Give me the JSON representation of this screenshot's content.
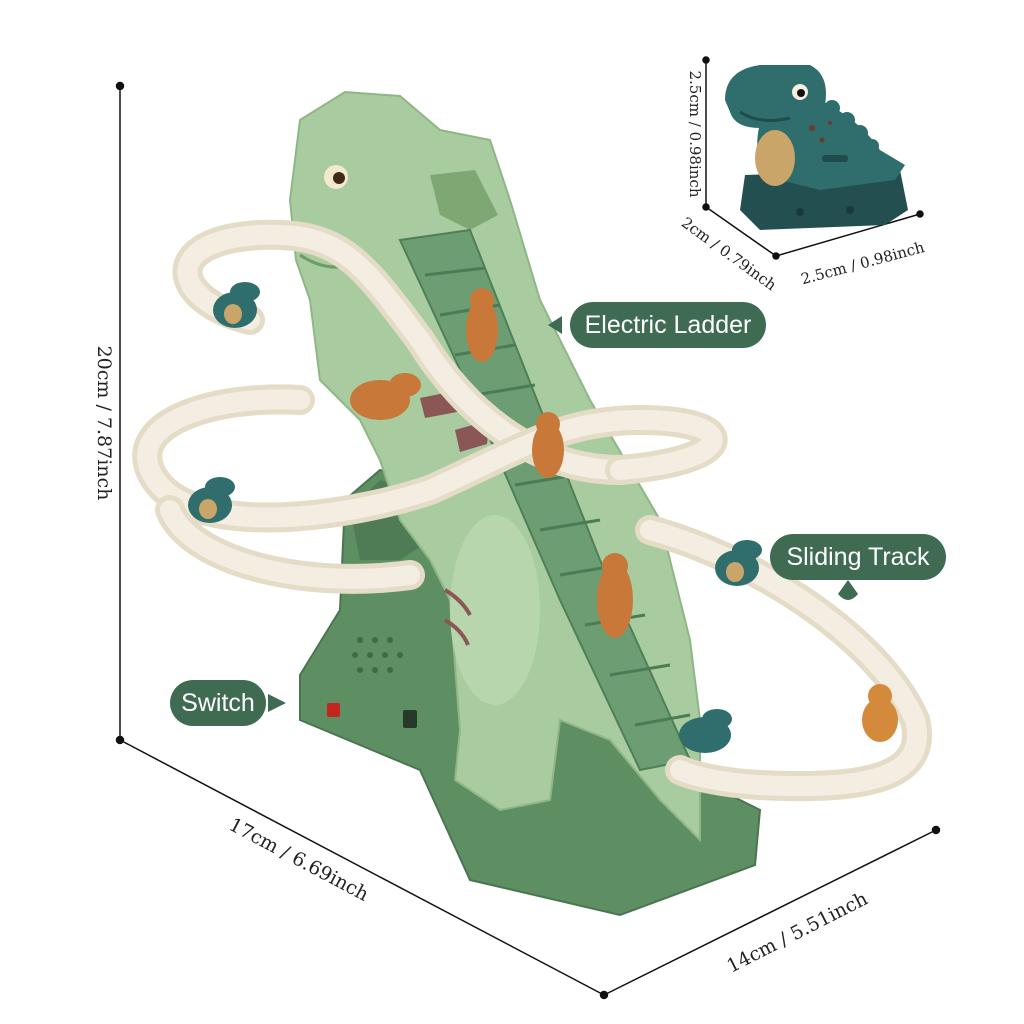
{
  "colors": {
    "callout": "#3f6b52",
    "dino_light": "#a9cba0",
    "dino_base": "#5e8f63",
    "track": "#efe8d8",
    "figure_orange": "#c8793a",
    "figure_teal": "#2f6e6c",
    "dimension_line": "#111111"
  },
  "dimensions": {
    "height": "20cm / 7.87inch",
    "width": "17cm / 6.69inch",
    "depth": "14cm / 5.51inch"
  },
  "inset_dimensions": {
    "height": "2.5cm / 0.98inch",
    "depth": "2cm / 0.79inch",
    "width": "2.5cm / 0.98inch"
  },
  "callouts": {
    "electric_ladder": "Electric Ladder",
    "sliding_track": "Sliding Track",
    "switch": "Switch"
  },
  "icons": {
    "main": "dinosaur-slide-toy-illustration",
    "inset": "dinosaur-figure-illustration"
  }
}
